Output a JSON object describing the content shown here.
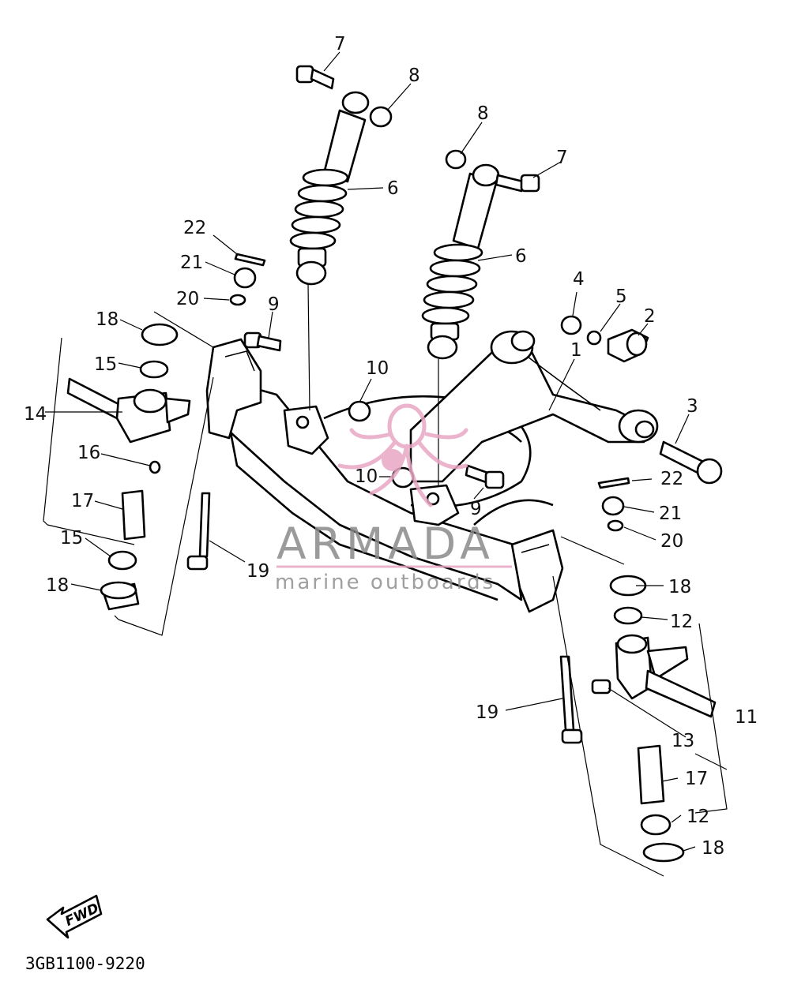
{
  "callouts": [
    {
      "label": "7"
    },
    {
      "label": "8"
    },
    {
      "label": "8"
    },
    {
      "label": "7"
    },
    {
      "label": "6"
    },
    {
      "label": "6"
    },
    {
      "label": "22"
    },
    {
      "label": "21"
    },
    {
      "label": "20"
    },
    {
      "label": "9"
    },
    {
      "label": "18"
    },
    {
      "label": "15"
    },
    {
      "label": "14"
    },
    {
      "label": "16"
    },
    {
      "label": "17"
    },
    {
      "label": "15"
    },
    {
      "label": "18"
    },
    {
      "label": "19"
    },
    {
      "label": "10"
    },
    {
      "label": "10"
    },
    {
      "label": "9"
    },
    {
      "label": "4"
    },
    {
      "label": "5"
    },
    {
      "label": "2"
    },
    {
      "label": "1"
    },
    {
      "label": "3"
    },
    {
      "label": "22"
    },
    {
      "label": "21"
    },
    {
      "label": "20"
    },
    {
      "label": "18"
    },
    {
      "label": "12"
    },
    {
      "label": "11"
    },
    {
      "label": "13"
    },
    {
      "label": "19"
    },
    {
      "label": "17"
    },
    {
      "label": "12"
    },
    {
      "label": "18"
    }
  ],
  "watermark": {
    "name": "ARMADA",
    "tagline": "marine outboards",
    "accent_color": "#e8a6c4"
  },
  "direction_badge": "FWD",
  "diagram_code": "3GB1100-9220"
}
